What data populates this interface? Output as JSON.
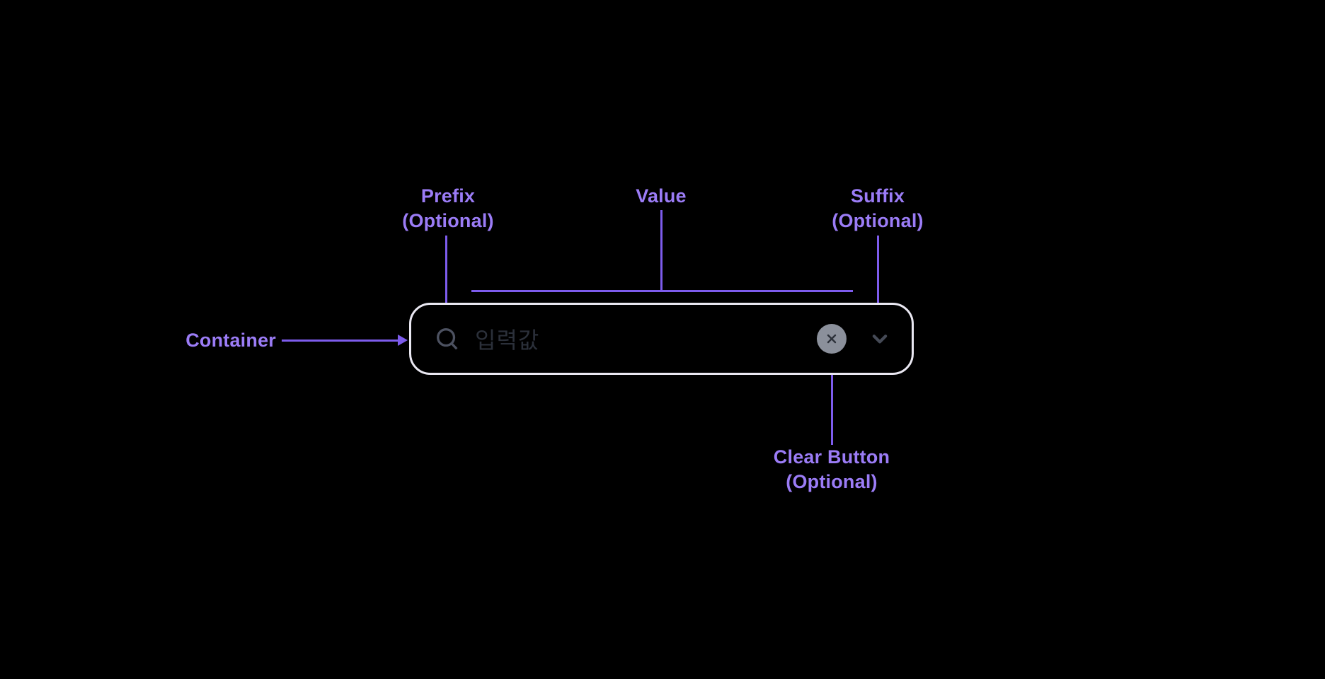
{
  "diagram": {
    "title": "text-field-anatomy",
    "annotations": {
      "prefix": {
        "label": "Prefix",
        "sub": "(Optional)"
      },
      "value": {
        "label": "Value"
      },
      "suffix": {
        "label": "Suffix",
        "sub": "(Optional)"
      },
      "container": {
        "label": "Container"
      },
      "clear_button": {
        "label": "Clear Button",
        "sub": "(Optional)"
      }
    },
    "component": {
      "placeholder": "입력값",
      "icons": {
        "prefix": "search-icon",
        "clear": "close-x-icon",
        "suffix": "chevron-down-icon"
      }
    },
    "colors": {
      "background": "#000000",
      "annotation_text": "#9B7CF6",
      "annotation_line": "#7D5CEC",
      "container_border": "#EAE8F2",
      "prefix_icon": "#4C5160",
      "placeholder_text": "#2B303A",
      "clear_button_bg": "#8B909B",
      "clear_button_x": "#2C313A",
      "suffix_icon": "#454A56"
    }
  }
}
